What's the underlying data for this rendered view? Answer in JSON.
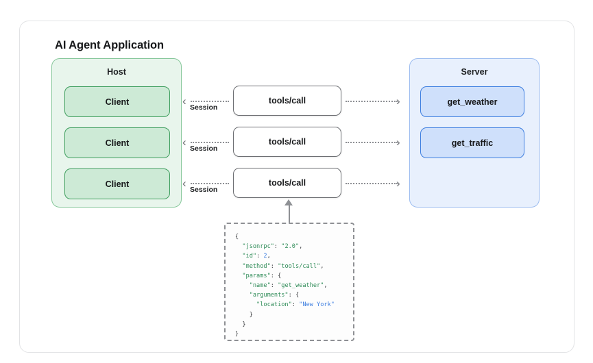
{
  "diagram": {
    "title": "AI Agent Application",
    "host": {
      "label": "Host",
      "clients": [
        {
          "label": "Client"
        },
        {
          "label": "Client"
        },
        {
          "label": "Client"
        }
      ]
    },
    "server": {
      "label": "Server",
      "tools": [
        {
          "label": "get_weather"
        },
        {
          "label": "get_traffic"
        }
      ]
    },
    "calls": [
      {
        "label": "tools/call"
      },
      {
        "label": "tools/call"
      },
      {
        "label": "tools/call"
      }
    ],
    "connectors": {
      "session_label": "Session",
      "arrow_left_glyph": "‹",
      "arrow_right_glyph": "›",
      "sessions": [
        {
          "label": "Session"
        },
        {
          "label": "Session"
        },
        {
          "label": "Session"
        }
      ]
    },
    "json_payload": {
      "lines": [
        {
          "segments": [
            {
              "t": "{",
              "c": "j-pun"
            }
          ]
        },
        {
          "segments": [
            {
              "t": "  \"jsonrpc\"",
              "c": "j-key"
            },
            {
              "t": ": ",
              "c": "j-pun"
            },
            {
              "t": "\"2.0\"",
              "c": "j-str"
            },
            {
              "t": ",",
              "c": "j-pun"
            }
          ]
        },
        {
          "segments": [
            {
              "t": "  \"id\"",
              "c": "j-key"
            },
            {
              "t": ": ",
              "c": "j-pun"
            },
            {
              "t": "2",
              "c": "j-num"
            },
            {
              "t": ",",
              "c": "j-pun"
            }
          ]
        },
        {
          "segments": [
            {
              "t": "  \"method\"",
              "c": "j-key"
            },
            {
              "t": ": ",
              "c": "j-pun"
            },
            {
              "t": "\"tools/call\"",
              "c": "j-str"
            },
            {
              "t": ",",
              "c": "j-pun"
            }
          ]
        },
        {
          "segments": [
            {
              "t": "  \"params\"",
              "c": "j-key"
            },
            {
              "t": ": {",
              "c": "j-pun"
            }
          ]
        },
        {
          "segments": [
            {
              "t": "    \"name\"",
              "c": "j-key"
            },
            {
              "t": ": ",
              "c": "j-pun"
            },
            {
              "t": "\"get_weather\"",
              "c": "j-str"
            },
            {
              "t": ",",
              "c": "j-pun"
            }
          ]
        },
        {
          "segments": [
            {
              "t": "    \"arguments\"",
              "c": "j-key"
            },
            {
              "t": ": {",
              "c": "j-pun"
            }
          ]
        },
        {
          "segments": [
            {
              "t": "      \"location\"",
              "c": "j-key"
            },
            {
              "t": ": ",
              "c": "j-pun"
            },
            {
              "t": "\"New York\"",
              "c": "j-blue"
            }
          ]
        },
        {
          "segments": [
            {
              "t": "    }",
              "c": "j-pun"
            }
          ]
        },
        {
          "segments": [
            {
              "t": "  }",
              "c": "j-pun"
            }
          ]
        },
        {
          "segments": [
            {
              "t": "}",
              "c": "j-pun"
            }
          ]
        }
      ]
    }
  },
  "colors": {
    "host_fill": "#e8f5ec",
    "host_border": "#86c79a",
    "client_fill": "#cdead6",
    "client_border": "#3f9e5e",
    "server_fill": "#e8f0fd",
    "server_border": "#9dbdf0",
    "tool_fill": "#cfe0fb",
    "tool_border": "#3d7ee0",
    "call_border": "#6d6f73",
    "connector": "#8e9094",
    "card_border": "#e2e3e5",
    "json_key": "#2e8b57",
    "json_number": "#3d7ee0"
  }
}
